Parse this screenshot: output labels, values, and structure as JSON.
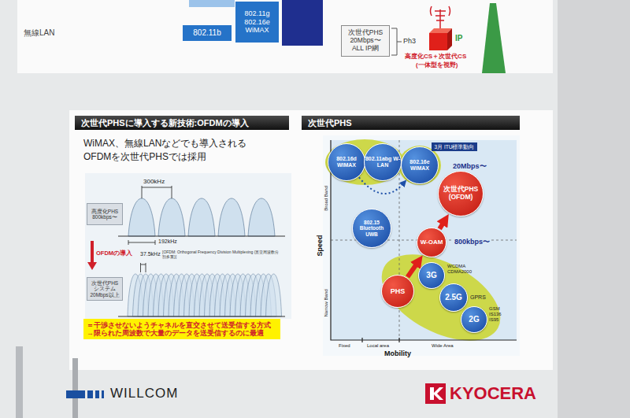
{
  "diagram": {
    "nodes": [
      {
        "text": [
          "802.11b"
        ]
      },
      {
        "text": [
          "802.11g 802.16e WiMAX"
        ]
      },
      {
        "text": [
          "次世代PHS 20Mbps〜 ALL IP網"
        ]
      },
      {
        "text": [
          "次世代PHSに導入する新技術:OFDMの導入"
        ]
      },
      {
        "text": [
          "高度化PHS 800kbps〜"
        ]
      },
      {
        "text": [
          "次世代PHSシステム 20Mbps以上"
        ]
      },
      {
        "text": [
          "＝干渉させないようチャネルを直交させて送受信する方式",
          "→限られた周波数で大量のデータを送受信するのに最適"
        ]
      },
      {
        "text": [
          "次世代PHS"
        ]
      },
      {
        "text": [
          "3月 ITU標準動向"
        ]
      },
      {
        "text": [
          "802.16d WiMAX"
        ]
      },
      {
        "text": [
          "802.11abg W-LAN"
        ]
      },
      {
        "text": [
          "802.16e WiMAX"
        ]
      },
      {
        "text": [
          "次世代PHS (OFDM)"
        ]
      },
      {
        "text": [
          "802.15 Bluetooth UWB"
        ]
      },
      {
        "text": [
          "W-OAM"
        ]
      },
      {
        "text": [
          "3G"
        ]
      },
      {
        "text": [
          "PHS"
        ]
      },
      {
        "text": [
          "2.5G"
        ]
      },
      {
        "text": [
          "2G"
        ]
      }
    ],
    "edges": [
      {
        "from": 9,
        "to": 11,
        "arrow": "to"
      },
      {
        "from": 16,
        "to": 14,
        "arrow": "to"
      },
      {
        "from": 14,
        "to": 12,
        "arrow": "to"
      }
    ],
    "labels": [
      "無線LAN",
      "Ph3",
      "IP",
      "高度化CS＋次世代CS",
      "(一体型を視野)",
      "WiMAX、無線LANなどでも導入される",
      "OFDMを次世代PHSでは採用",
      "300kHz",
      "192kHz",
      "OFDMの導入",
      "37.5kHz",
      "[OFDM: Orthogonal Frequency Division Multiplexing (直交周波数分割多重)]",
      "20Mbps〜",
      "800kbps〜",
      "WCDMA CDMA2000",
      "GPRS",
      "GSM IS136 IS95",
      "Speed",
      "Broad Band",
      "Narrow Band",
      "Fixed",
      "Local area",
      "Wide Area",
      "Mobility",
      "WILLCOM",
      "KYOCERA"
    ]
  }
}
